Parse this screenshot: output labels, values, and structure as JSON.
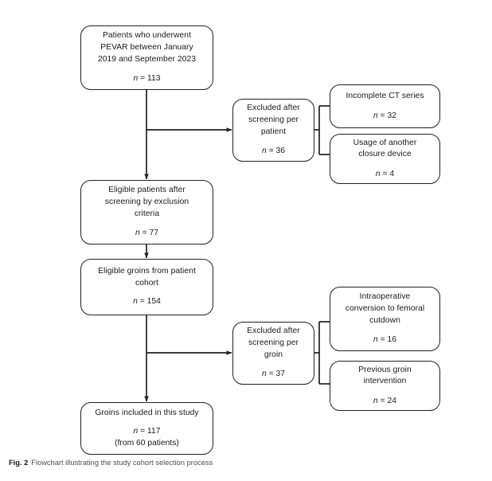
{
  "figure": {
    "label": "Fig. 2",
    "caption": "Flowchart illustrating the study cohort selection process"
  },
  "chart_data": {
    "type": "diagram",
    "diagram_kind": "flowchart",
    "title": "Flowchart illustrating the study cohort selection process",
    "orientation": "top-to-bottom with right-side exclusion branches",
    "nodes": [
      {
        "id": "enrolled",
        "column": "main",
        "title": "Patients who underwent PEVAR between January 2019 and September 2023",
        "count_label": "n = 113",
        "n": 113
      },
      {
        "id": "excluded-patient",
        "column": "middle",
        "title": "Excluded after screening per patient",
        "count_label": "n = 36",
        "n": 36
      },
      {
        "id": "incomplete-ct",
        "column": "right",
        "title": "Incomplete CT series",
        "count_label": "n = 32",
        "n": 32
      },
      {
        "id": "other-closure-device",
        "column": "right",
        "title": "Usage of another closure device",
        "count_label": "n = 4",
        "n": 4
      },
      {
        "id": "eligible-patients",
        "column": "main",
        "title": "Eligible patients after screening by exclusion criteria",
        "count_label": "n = 77",
        "n": 77
      },
      {
        "id": "eligible-groins",
        "column": "main",
        "title": "Eligible groins from patient cohort",
        "count_label": "n = 154",
        "n": 154
      },
      {
        "id": "excluded-groin",
        "column": "middle",
        "title": "Excluded after screening per groin",
        "count_label": "n = 37",
        "n": 37
      },
      {
        "id": "intraoperative-conversion",
        "column": "right",
        "title": "Intraoperative conversion to femoral cutdown",
        "count_label": "n = 16",
        "n": 16
      },
      {
        "id": "previous-groin-intervention",
        "column": "right",
        "title": "Previous groin intervention",
        "count_label": "n = 24",
        "n": 24
      },
      {
        "id": "included-groins",
        "column": "main",
        "title": "Groins included in this study",
        "count_label": "n = 117",
        "sub_label": "(from 60 patients)",
        "n": 117
      }
    ],
    "edges": [
      {
        "from": "enrolled",
        "to": "eligible-patients",
        "kind": "arrow"
      },
      {
        "from": "enrolled",
        "to": "excluded-patient",
        "kind": "branch-arrow"
      },
      {
        "from": "excluded-patient",
        "to": "incomplete-ct",
        "kind": "bracket"
      },
      {
        "from": "excluded-patient",
        "to": "other-closure-device",
        "kind": "bracket"
      },
      {
        "from": "eligible-patients",
        "to": "eligible-groins",
        "kind": "arrow"
      },
      {
        "from": "eligible-groins",
        "to": "included-groins",
        "kind": "arrow"
      },
      {
        "from": "eligible-groins",
        "to": "excluded-groin",
        "kind": "branch-arrow"
      },
      {
        "from": "excluded-groin",
        "to": "intraoperative-conversion",
        "kind": "bracket"
      },
      {
        "from": "excluded-groin",
        "to": "previous-groin-intervention",
        "kind": "bracket"
      }
    ],
    "colors": {
      "stroke": "#231f20",
      "text": "#1a1a1a",
      "background": "#ffffff",
      "caption_text": "#4d4d4d"
    }
  },
  "nodes": {
    "enrolled": {
      "title": "Patients who underwent\nPEVAR between January\n2019 and September 2023",
      "count": "n = 113"
    },
    "excluded_patient": {
      "title": "Excluded after\nscreening per\npatient",
      "count": "n = 36"
    },
    "incomplete_ct": {
      "title": "Incomplete CT series",
      "count": "n = 32"
    },
    "other_closure_device": {
      "title": "Usage of another\nclosure device",
      "count": "n = 4"
    },
    "eligible_patients": {
      "title": "Eligible patients after\nscreening by exclusion\ncriteria",
      "count": "n = 77"
    },
    "eligible_groins": {
      "title": "Eligible groins from patient\ncohort",
      "count": "n = 154"
    },
    "excluded_groin": {
      "title": "Excluded after\nscreening per\ngroin",
      "count": "n = 37"
    },
    "intraoperative_conversion": {
      "title": "Intraoperative\nconversion to femoral\ncutdown",
      "count": "n = 16"
    },
    "previous_groin_intervention": {
      "title": "Previous groin\nintervention",
      "count": "n = 24"
    },
    "included_groins": {
      "title": "Groins included in this study",
      "count": "n = 117",
      "sub": "(from 60 patients)"
    }
  }
}
